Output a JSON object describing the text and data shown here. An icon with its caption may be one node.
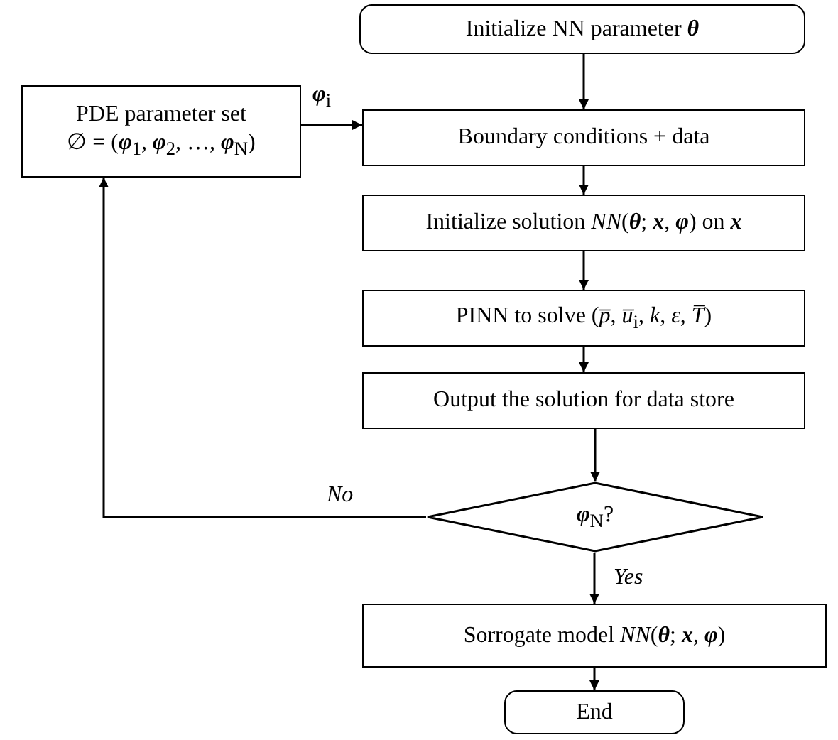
{
  "diagram": {
    "nodes": [
      {
        "text": [
          "Initialize NN parameter **θ**"
        ]
      },
      {
        "text": [
          "PDE parameter set",
          "∅ = (**φ**$_{1}$, **φ**$_{2}$, …, **φ**$_{N}$)"
        ]
      },
      {
        "text": [
          "Boundary conditions + data"
        ]
      },
      {
        "text": [
          "Initialize solution *NN*(**θ**; **x**, **φ**) on **x**"
        ]
      },
      {
        "text": [
          "PINN to solve (*p̅*, *u̅*$_{i}$, *k*, *ε*, *T̅*)"
        ]
      },
      {
        "text": [
          "Output the solution for data store"
        ]
      },
      {
        "text": [
          "**φ**$_{N}$?"
        ]
      },
      {
        "text": [
          "Sorrogate model *NN*(**θ**; **x**, **φ**)"
        ]
      },
      {
        "text": [
          "End"
        ]
      }
    ],
    "edges": [
      {
        "from": 0,
        "to": 2,
        "arrow": "to"
      },
      {
        "from": 1,
        "to": 2,
        "arrow": "to",
        "label": "**φ**$_{i}$"
      },
      {
        "from": 2,
        "to": 3,
        "arrow": "to"
      },
      {
        "from": 3,
        "to": 4,
        "arrow": "to"
      },
      {
        "from": 4,
        "to": 5,
        "arrow": "to"
      },
      {
        "from": 5,
        "to": 6,
        "arrow": "to"
      },
      {
        "from": 6,
        "to": 1,
        "arrow": "to",
        "label": "No"
      },
      {
        "from": 6,
        "to": 7,
        "arrow": "to",
        "label": "Yes"
      },
      {
        "from": 7,
        "to": 8,
        "arrow": "to"
      }
    ]
  }
}
